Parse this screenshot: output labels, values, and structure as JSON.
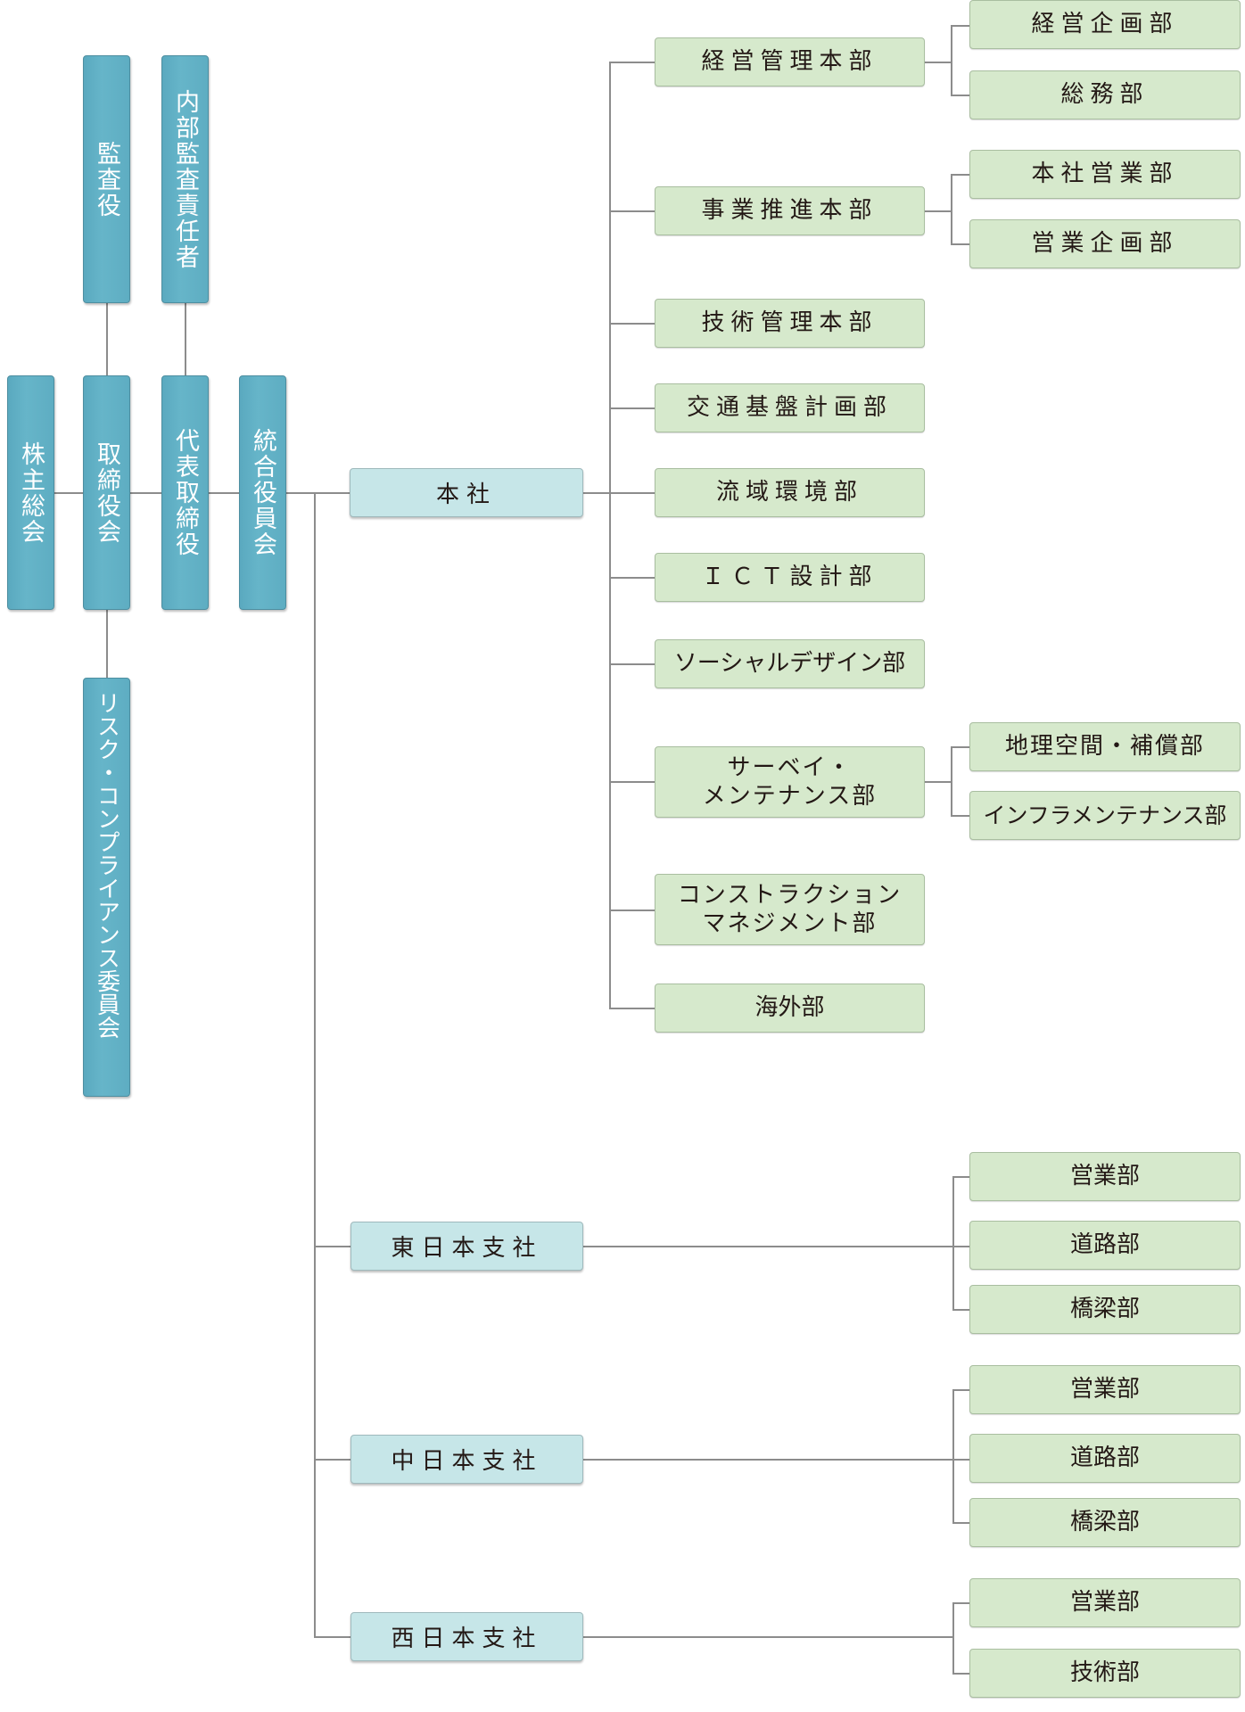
{
  "governance": {
    "shareholders": "株主総会",
    "board": "取締役会",
    "auditor": "監査役",
    "risk_committee": "リスク・コンプライアンス委員会",
    "ceo": "代表取締役",
    "internal_audit": "内部監査責任者",
    "executive_committee": "統合役員会"
  },
  "head_office": {
    "label": "本社",
    "divisions": [
      {
        "label": "経営管理本部",
        "children": [
          "経営企画部",
          "総務部"
        ]
      },
      {
        "label": "事業推進本部",
        "children": [
          "本社営業部",
          "営業企画部"
        ]
      },
      {
        "label": "技術管理本部",
        "children": []
      },
      {
        "label": "交通基盤計画部",
        "children": []
      },
      {
        "label": "流域環境部",
        "children": []
      },
      {
        "label": "ＩＣＴ設計部",
        "children": []
      },
      {
        "label": "ソーシャルデザイン部",
        "children": []
      },
      {
        "label": "サーベイ・\nメンテナンス部",
        "children": [
          "地理空間・補償部",
          "インフラメンテナンス部"
        ]
      },
      {
        "label": "コンストラクション\nマネジメント部",
        "children": []
      },
      {
        "label": "海外部",
        "children": []
      }
    ]
  },
  "branches": [
    {
      "label": "東日本支社",
      "children": [
        "営業部",
        "道路部",
        "橋梁部"
      ]
    },
    {
      "label": "中日本支社",
      "children": [
        "営業部",
        "道路部",
        "橋梁部"
      ]
    },
    {
      "label": "西日本支社",
      "children": [
        "営業部",
        "技術部"
      ]
    }
  ],
  "colors": {
    "governance_box": "#62b0c4",
    "office_box": "#c6e6e8",
    "department_box": "#d6e9cc",
    "connector": "#8c8c8c"
  }
}
